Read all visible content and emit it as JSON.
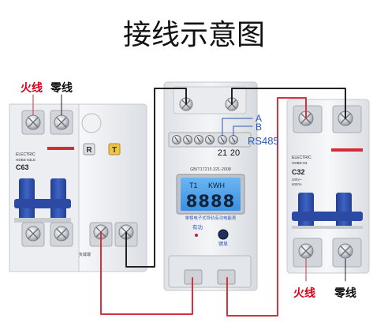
{
  "title": "接线示意图",
  "labels": {
    "live_top": "火线",
    "neutral_top": "零线",
    "live_bottom": "火线",
    "neutral_bottom": "零线",
    "terminal_a": "A",
    "terminal_b": "B",
    "terminal_num_21": "21",
    "terminal_num_20": "20",
    "rs485": "RS485"
  },
  "breaker_left": {
    "brand": "ELECTRIC",
    "model": "HDBE-63LE",
    "rating": "C63",
    "button_r": "R",
    "button_t": "T",
    "bottom_text": "负载端"
  },
  "meter": {
    "standard": "GB/T17215.321-2008",
    "display_t1": "T1",
    "display_unit": "KWH",
    "digits": "8888",
    "desc": "单相电子式导轨有功电能表",
    "active": "有功",
    "key_label": "键显"
  },
  "breaker_right": {
    "brand": "ELECTRIC",
    "model": "HDBE-63",
    "rating": "C32",
    "voltage": "400V~",
    "capacity": "6000A"
  },
  "colors": {
    "title": "#111111",
    "red_label": "#d9001b",
    "wire_red": "#d3333d",
    "wire_black": "#222222",
    "handle_blue": "#2f4fa8",
    "lcd": "#4aa0ea"
  }
}
